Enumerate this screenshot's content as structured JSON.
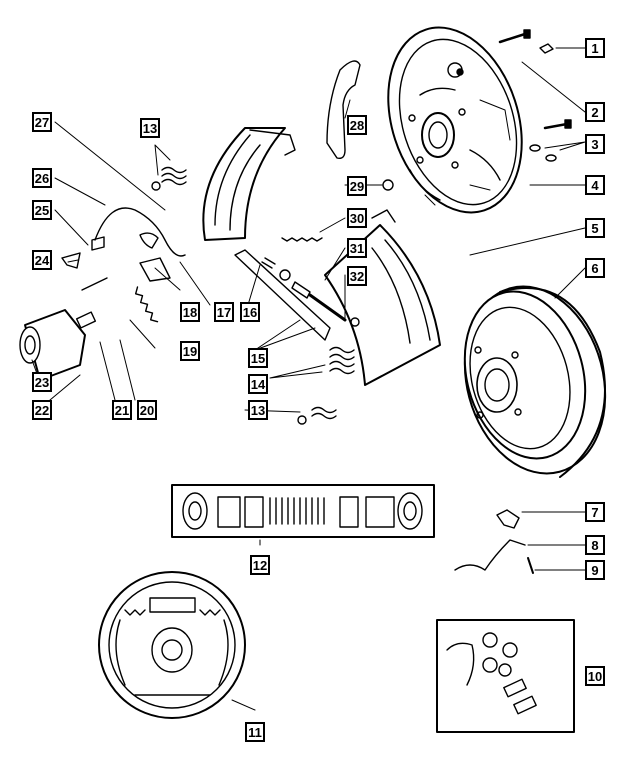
{
  "diagram": {
    "line_color": "#000000",
    "background": "#ffffff",
    "callouts": [
      {
        "id": "c1",
        "label": "1"
      },
      {
        "id": "c2",
        "label": "2"
      },
      {
        "id": "c3",
        "label": "3"
      },
      {
        "id": "c4",
        "label": "4"
      },
      {
        "id": "c5",
        "label": "5"
      },
      {
        "id": "c6",
        "label": "6"
      },
      {
        "id": "c7",
        "label": "7"
      },
      {
        "id": "c8",
        "label": "8"
      },
      {
        "id": "c9",
        "label": "9"
      },
      {
        "id": "c10",
        "label": "10"
      },
      {
        "id": "c11",
        "label": "11"
      },
      {
        "id": "c12",
        "label": "12"
      },
      {
        "id": "c13a",
        "label": "13"
      },
      {
        "id": "c13b",
        "label": "13"
      },
      {
        "id": "c14",
        "label": "14"
      },
      {
        "id": "c15",
        "label": "15"
      },
      {
        "id": "c16",
        "label": "16"
      },
      {
        "id": "c17",
        "label": "17"
      },
      {
        "id": "c18",
        "label": "18"
      },
      {
        "id": "c19",
        "label": "19"
      },
      {
        "id": "c20",
        "label": "20"
      },
      {
        "id": "c21",
        "label": "21"
      },
      {
        "id": "c22",
        "label": "22"
      },
      {
        "id": "c23",
        "label": "23"
      },
      {
        "id": "c24",
        "label": "24"
      },
      {
        "id": "c25",
        "label": "25"
      },
      {
        "id": "c26",
        "label": "26"
      },
      {
        "id": "c27",
        "label": "27"
      },
      {
        "id": "c28",
        "label": "28"
      },
      {
        "id": "c29",
        "label": "29"
      },
      {
        "id": "c30",
        "label": "30"
      },
      {
        "id": "c31",
        "label": "31"
      },
      {
        "id": "c32",
        "label": "32"
      }
    ]
  }
}
